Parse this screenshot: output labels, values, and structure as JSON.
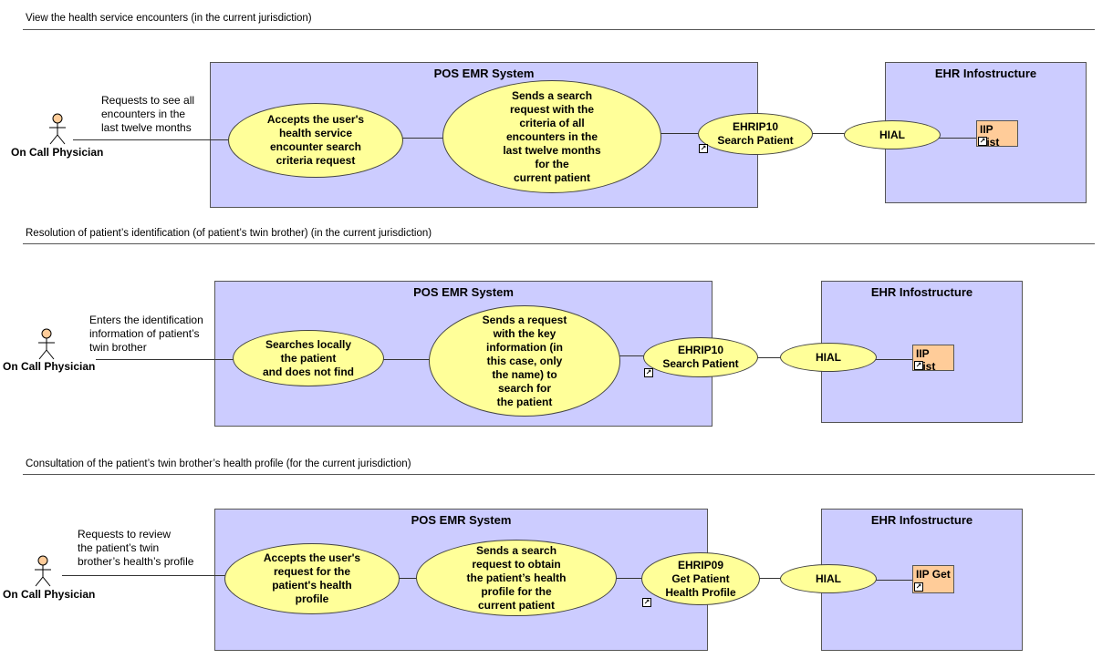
{
  "sections": [
    {
      "title": "View the health service encounters (in the current jurisdiction)",
      "actor": "On Call Physician",
      "note": "Requests to see all\nencounters in the\nlast twelve months",
      "pos_box_title": "POS EMR System",
      "step1": "Accepts the user's\nhealth service\nencounter search\ncriteria request",
      "step2": "Sends a search\nrequest with the\ncriteria of all\nencounters in the\nlast twelve months\nfor the\ncurrent patient",
      "interaction": "EHRIP10\nSearch Patient",
      "hial": "HIAL",
      "ehr_box_title": "EHR Infostructure",
      "iip": "IIP List"
    },
    {
      "title": "Resolution of patient’s identification (of patient’s twin brother) (in the current jurisdiction)",
      "actor": "On Call Physician",
      "note": "Enters the identification\ninformation of patient’s\ntwin brother",
      "pos_box_title": "POS EMR System",
      "step1": "Searches locally\nthe patient\nand does not find",
      "step2": "Sends a request\nwith the key\ninformation (in\nthis case, only\nthe name) to\nsearch for\nthe patient",
      "interaction": "EHRIP10\nSearch Patient",
      "hial": "HIAL",
      "ehr_box_title": "EHR Infostructure",
      "iip": "IIP List"
    },
    {
      "title": "Consultation of the patient’s twin brother’s health profile (for the current jurisdiction)",
      "actor": "On Call Physician",
      "note": "Requests to review\nthe patient’s twin\nbrother’s health’s profile",
      "pos_box_title": "POS EMR System",
      "step1": "Accepts the user's\nrequest for the\npatient's health\nprofile",
      "step2": "Sends a search\nrequest to obtain\nthe patient’s health\nprofile for the\ncurrent patient",
      "interaction": "EHRIP09\nGet Patient\nHealth Profile",
      "hial": "HIAL",
      "ehr_box_title": "EHR Infostructure",
      "iip": "IIP Get"
    }
  ],
  "colors": {
    "system_box": "#ccccff",
    "use_case": "#ffff99",
    "iip_box": "#ffcc99"
  },
  "icons": {
    "actor": "stick-figure-icon",
    "link": "shortcut-arrow-icon"
  }
}
